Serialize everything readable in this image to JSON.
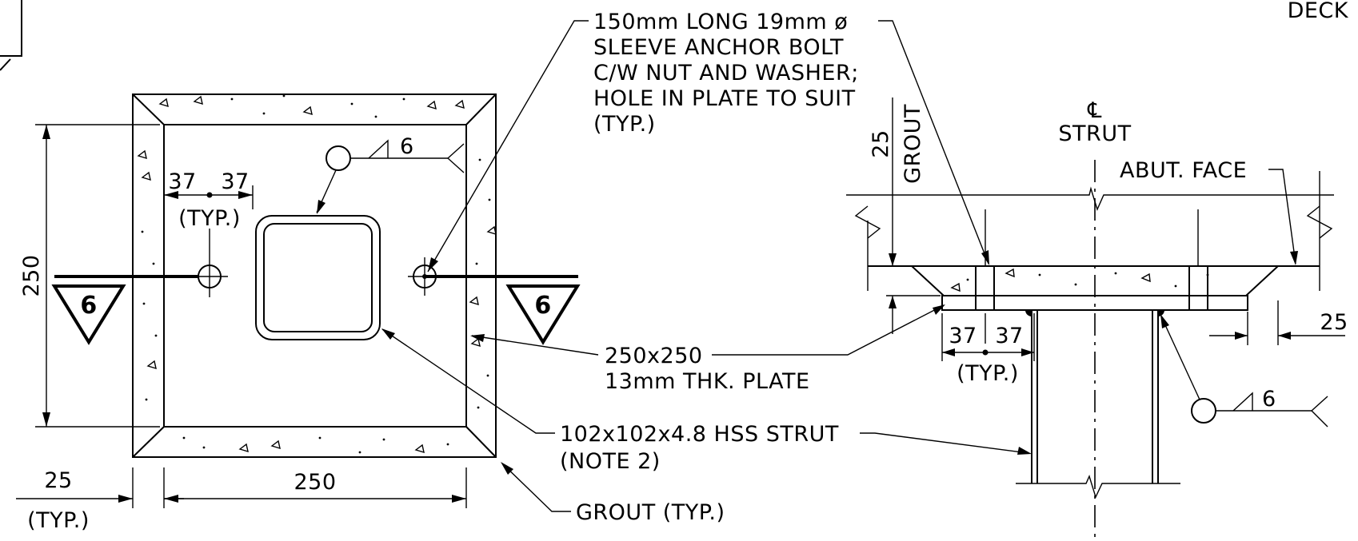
{
  "labels": {
    "deck": "DECK",
    "anchor_line1": "150mm LONG 19mm ø",
    "anchor_line2": "SLEEVE ANCHOR BOLT",
    "anchor_line3": "C/W NUT AND WASHER;",
    "anchor_line4": "HOLE IN PLATE TO SUIT",
    "anchor_line5": "(TYP.)",
    "plate_line1": "250x250",
    "plate_line2": "13mm THK. PLATE",
    "hss_line1": "102x102x4.8 HSS STRUT",
    "hss_line2": "(NOTE 2)",
    "grout_typ": "GROUT (TYP.)",
    "grout_vertical": "GROUT",
    "centerline_symbol": "℄",
    "strut": "STRUT",
    "abut_face": "ABUT. FACE"
  },
  "dimensions": {
    "plan_width": "250",
    "plan_height": "250",
    "edge_25": "25",
    "typ": "(TYP.)",
    "bolt_37_left": "37",
    "bolt_37_right": "37",
    "weld_size_plan": "6",
    "section_tag_left": "6",
    "section_tag_right": "6",
    "grout_depth": "25",
    "section_edge_25": "25",
    "section_37_left": "37",
    "section_37_right": "37",
    "weld_size_section": "6"
  }
}
